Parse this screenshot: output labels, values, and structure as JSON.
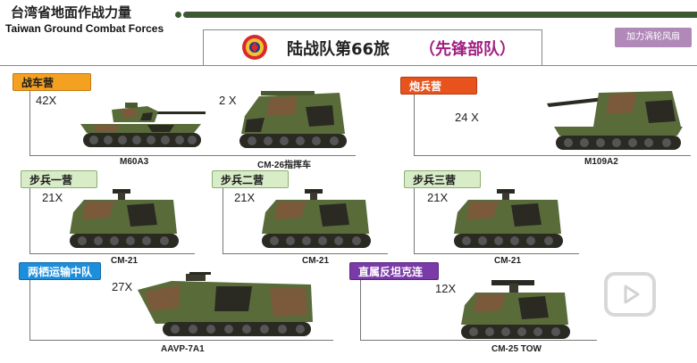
{
  "header": {
    "title_cn": "台湾省地面作战力量",
    "title_en": "Taiwan Ground Combat Forces",
    "brigade": "陆战队第66旅",
    "subtitle": "（先锋部队）",
    "corner_button": "加力涡轮风扇"
  },
  "colors": {
    "stripe": "#3c5a32",
    "camo_green": "#5a6b3a",
    "camo_brown": "#7a5a3a",
    "camo_dark": "#2a2a22"
  },
  "units": [
    {
      "tag": "战车营",
      "vehicles": [
        {
          "qty": "42X",
          "name": "M60A3",
          "icon": "m60a3-tank-icon"
        },
        {
          "qty": "2 X",
          "name": "CM-26指挥车",
          "icon": "cm26-command-vehicle-icon"
        }
      ]
    },
    {
      "tag": "炮兵营",
      "vehicles": [
        {
          "qty": "24 X",
          "name": "M109A2",
          "icon": "m109a2-howitzer-icon"
        }
      ]
    },
    {
      "tag": "步兵一营",
      "vehicles": [
        {
          "qty": "21X",
          "name": "CM-21",
          "icon": "cm21-apc-icon"
        }
      ]
    },
    {
      "tag": "步兵二营",
      "vehicles": [
        {
          "qty": "21X",
          "name": "CM-21",
          "icon": "cm21-apc-icon"
        }
      ]
    },
    {
      "tag": "步兵三营",
      "vehicles": [
        {
          "qty": "21X",
          "name": "CM-21",
          "icon": "cm21-apc-icon"
        }
      ]
    },
    {
      "tag": "两栖运输中队",
      "vehicles": [
        {
          "qty": "27X",
          "name": "AAVP-7A1",
          "icon": "aavp7a1-amphibious-icon"
        }
      ]
    },
    {
      "tag": "直属反坦克连",
      "vehicles": [
        {
          "qty": "12X",
          "name": "CM-25 TOW",
          "icon": "cm25-tow-icon"
        }
      ]
    }
  ]
}
